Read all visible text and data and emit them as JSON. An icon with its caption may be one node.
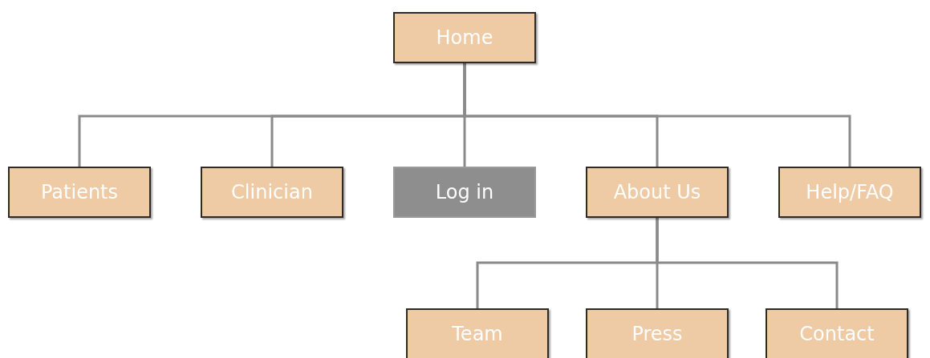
{
  "diagram": {
    "nodes": [
      {
        "text": [
          "Home"
        ]
      },
      {
        "text": [
          "Patients"
        ]
      },
      {
        "text": [
          "Clinician"
        ]
      },
      {
        "text": [
          "Log in"
        ]
      },
      {
        "text": [
          "About Us"
        ]
      },
      {
        "text": [
          "Help/FAQ"
        ]
      },
      {
        "text": [
          "Team"
        ]
      },
      {
        "text": [
          "Press"
        ]
      },
      {
        "text": [
          "Contact"
        ]
      }
    ],
    "edges": [
      {
        "from": 0,
        "to": 1,
        "arrow": "none"
      },
      {
        "from": 0,
        "to": 2,
        "arrow": "none"
      },
      {
        "from": 0,
        "to": 3,
        "arrow": "none"
      },
      {
        "from": 0,
        "to": 4,
        "arrow": "none"
      },
      {
        "from": 0,
        "to": 5,
        "arrow": "none"
      },
      {
        "from": 4,
        "to": 6,
        "arrow": "none"
      },
      {
        "from": 4,
        "to": 7,
        "arrow": "none"
      },
      {
        "from": 4,
        "to": 8,
        "arrow": "none"
      }
    ]
  }
}
